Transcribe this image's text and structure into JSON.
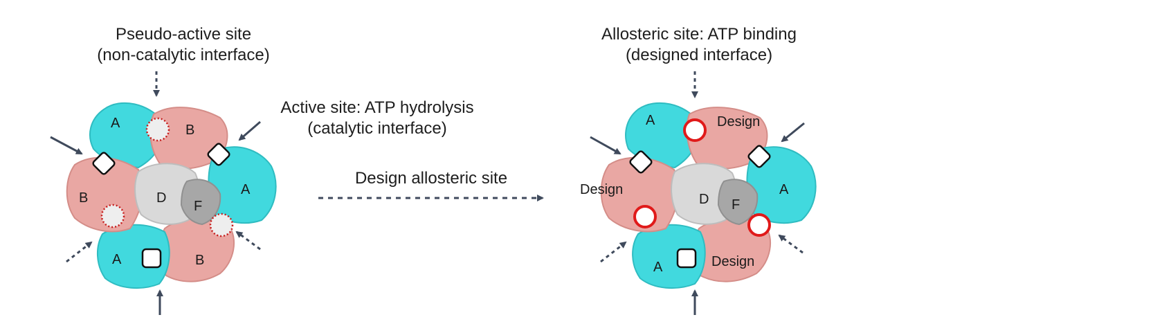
{
  "left_panel": {
    "pseudo_site_line1": "Pseudo-active site",
    "pseudo_site_line2": "(non-catalytic interface)",
    "active_site_line1": "Active site: ATP hydrolysis",
    "active_site_line2": "(catalytic interface)",
    "subunits": [
      "A",
      "B",
      "A",
      "B",
      "A",
      "B",
      "D",
      "F"
    ]
  },
  "middle": {
    "process_label": "Design allosteric site"
  },
  "right_panel": {
    "allosteric_site_line1": "Allosteric site: ATP binding",
    "allosteric_site_line2": "(designed interface)",
    "subunits": [
      "A",
      "A",
      "A",
      "D",
      "F"
    ],
    "design_labels": [
      "Design",
      "Design",
      "Design"
    ]
  },
  "colors": {
    "subunit_A": "#41d9de",
    "subunit_B": "#e9a7a3",
    "core_D": "#d9d9d9",
    "core_F": "#a7a7a7",
    "arrow": "#3f4a5c",
    "designed_site": "#e01a1a",
    "pseudo_site_dotted": "#c51b1b"
  }
}
